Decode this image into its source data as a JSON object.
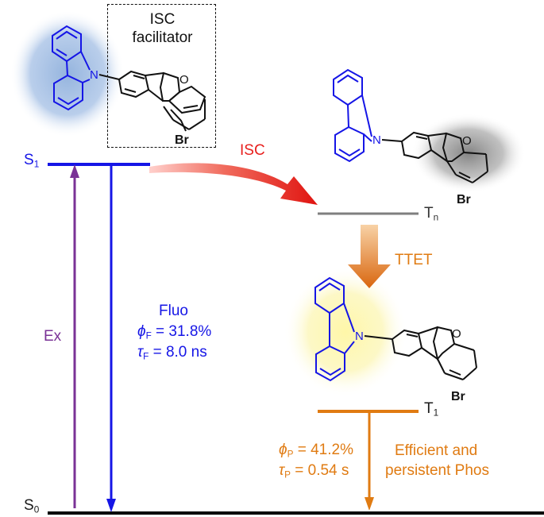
{
  "states": {
    "s1": {
      "base": "S",
      "sub": "1"
    },
    "s0": {
      "base": "S",
      "sub": "0"
    },
    "tn": {
      "base": "T",
      "sub": "n"
    },
    "t1": {
      "base": "T",
      "sub": "1"
    }
  },
  "isc_facilitator": {
    "line1": "ISC",
    "line2": "facilitator"
  },
  "transitions": {
    "isc": "ISC",
    "ttet": "TTET",
    "ex": "Ex"
  },
  "fluorescence": {
    "title": "Fluo",
    "phi_symbol": "ϕ",
    "phi_sub": "F",
    "phi_value": " = 31.8%",
    "tau_symbol": "τ",
    "tau_sub": "F",
    "tau_value": " = 8.0 ns"
  },
  "phosphorescence": {
    "phi_symbol": "ϕ",
    "phi_sub": "P",
    "phi_value": " = 41.2%",
    "tau_symbol": "τ",
    "tau_sub": "P",
    "tau_value": " = 0.54 s",
    "desc_line1": "Efficient and",
    "desc_line2": "persistent Phos"
  },
  "molecule_atoms": {
    "nitrogen": "N",
    "oxygen": "O",
    "bromine": "Br"
  },
  "colors": {
    "fluorescence": "#1515e6",
    "phosphorescence": "#e07b12",
    "excitation": "#7a3296",
    "isc": "#e8201e",
    "tn_level": "#7f7f7f",
    "ground": "#000000"
  }
}
